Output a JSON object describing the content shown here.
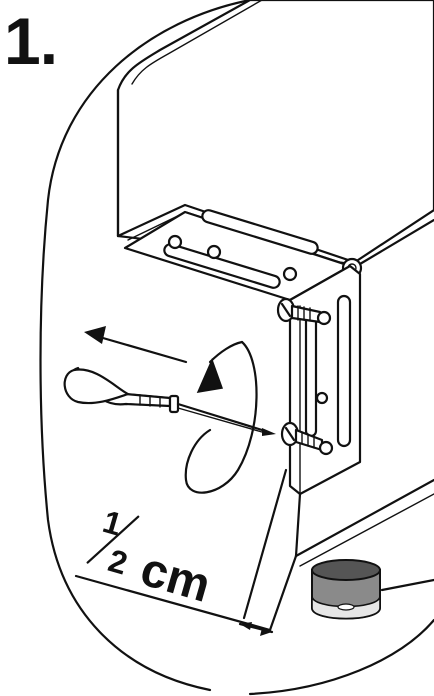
{
  "step": {
    "number": "1."
  },
  "measurement": {
    "numerator": "1",
    "denominator": "2",
    "unit": "cm"
  },
  "colors": {
    "ink": "#111111",
    "background": "#ffffff",
    "foot": "#8a8a8a"
  },
  "icons": {
    "screwdriver": "screwdriver-icon",
    "rotation": "rotate-arrow-icon",
    "pull": "pull-arrow-icon"
  }
}
